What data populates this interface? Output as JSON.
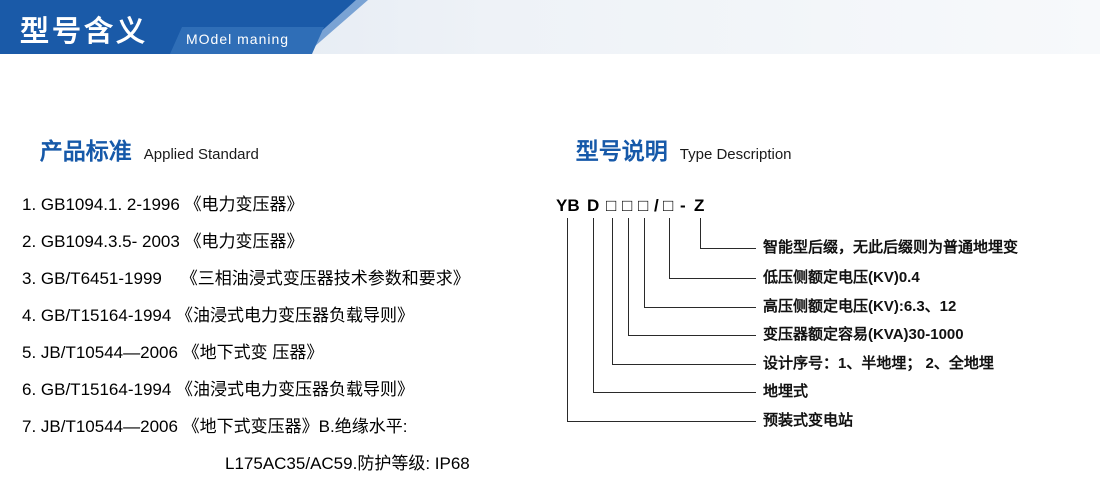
{
  "header": {
    "title": "型号含义",
    "subtitle": "MOdel maning"
  },
  "colors": {
    "banner_dark_blue": "#1a5aa8",
    "banner_medium_blue": "#2f6eb7",
    "banner_light_sliver": "#7aa3d4",
    "heading_blue": "#1659a9",
    "text_black": "#111111"
  },
  "standards": {
    "heading": "产品标准",
    "heading_en": "Applied Standard",
    "items": [
      "1. GB1094.1. 2-1996 《电力变压器》",
      "2. GB1094.3.5- 2003 《电力变压器》",
      "3. GB/T6451-1999    《三相油浸式变压器技术参数和要求》",
      "4. GB/T15164-1994 《油浸式电力变压器负载导则》",
      "5. JB/T10544—2006 《地下式变 压器》",
      "6. GB/T15164-1994 《油浸式电力变压器负载导则》",
      "7. JB/T10544—2006 《地下式变压器》B.绝缘水平:",
      "L175AC35/AC59.防护等级: IP68"
    ]
  },
  "type_description": {
    "heading": "型号说明",
    "heading_en": "Type Description",
    "code": [
      "YB",
      "D",
      "□",
      "□",
      "□",
      "/",
      "□",
      "-",
      "Z"
    ],
    "labels": [
      "智能型后缀，无此后缀则为普通地埋变",
      "低压侧额定电压(KV)0.4",
      "高压侧额定电压(KV):6.3、12",
      "变压器额定容易(KVA)30-1000",
      "设计序号：1、半地埋； 2、全地埋",
      "地埋式",
      "预装式变电站"
    ]
  }
}
